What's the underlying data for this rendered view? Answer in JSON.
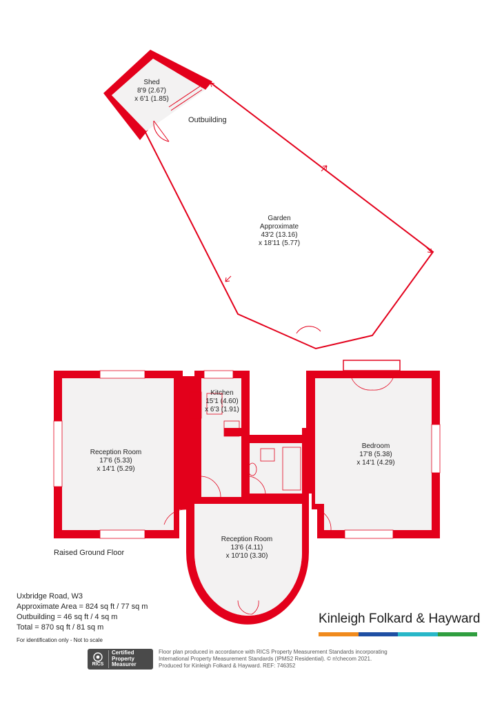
{
  "colors": {
    "wall": "#e3001b",
    "floor": "#f3f2f2",
    "line": "#e3001b"
  },
  "rooms": {
    "shed": {
      "name": "Shed",
      "dim1": "8'9 (2.67)",
      "dim2": "x 6'1 (1.85)"
    },
    "outbuilding": {
      "label": "Outbuilding"
    },
    "garden": {
      "name": "Garden",
      "sub": "Approximate",
      "dim1": "43'2 (13.16)",
      "dim2": "x 18'11 (5.77)"
    },
    "kitchen": {
      "name": "Kitchen",
      "dim1": "15'1 (4.60)",
      "dim2": "x 6'3 (1.91)"
    },
    "reception1": {
      "name": "Reception Room",
      "dim1": "17'6 (5.33)",
      "dim2": "x 14'1 (5.29)"
    },
    "bedroom": {
      "name": "Bedroom",
      "dim1": "17'8 (5.38)",
      "dim2": "x 14'1 (4.29)"
    },
    "reception2": {
      "name": "Reception Room",
      "dim1": "13'6 (4.11)",
      "dim2": "x 10'10 (3.30)"
    }
  },
  "floor_label": "Raised Ground Floor",
  "info": {
    "address": "Uxbridge Road, W3",
    "area": "Approximate Area = 824 sq ft / 77 sq m",
    "outbuilding": "Outbuilding = 46 sq ft / 4 sq m",
    "total": "Total = 870 sq ft / 81 sq m",
    "note": "For identification only - Not to scale"
  },
  "brand": {
    "name": "Kinleigh Folkard & Hayward",
    "stripes": [
      "#f08a1c",
      "#1e4fa3",
      "#28b7c8",
      "#2f9e3f"
    ]
  },
  "badge": {
    "org": "RICS",
    "line1": "Certified",
    "line2": "Property",
    "line3": "Measurer"
  },
  "credit": {
    "line1": "Floor plan produced in accordance with RICS Property Measurement Standards incorporating",
    "line2": "International Property Measurement Standards (IPMS2 Residential).  © n!checom 2021.",
    "line3": "Produced for Kinleigh Folkard & Hayward.   REF: 746352"
  }
}
